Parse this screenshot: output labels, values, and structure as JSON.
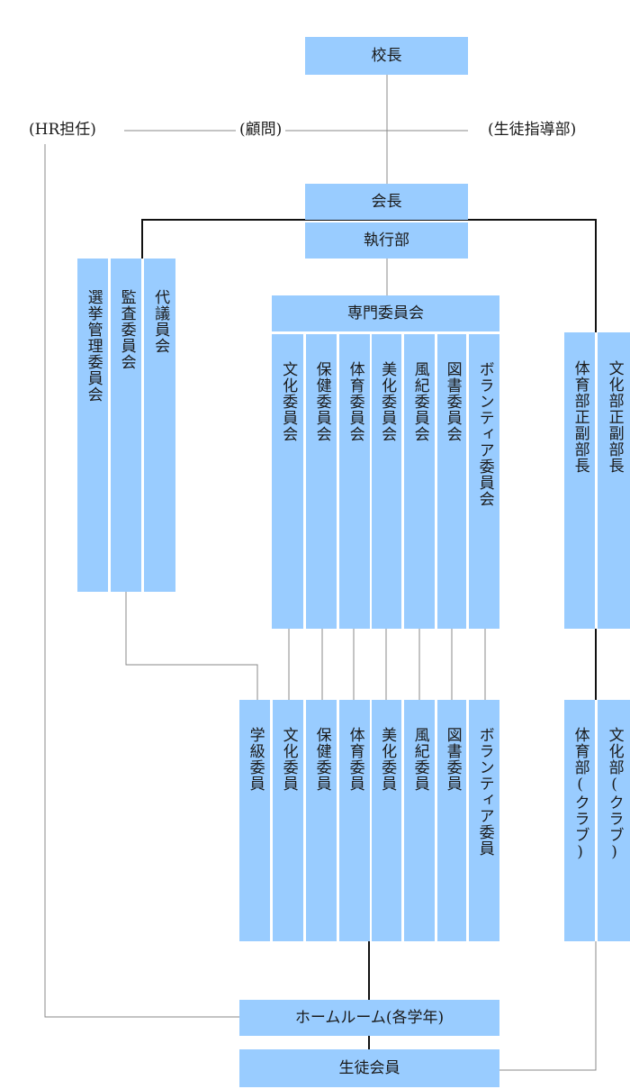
{
  "top": {
    "principal": "校長"
  },
  "advisors": {
    "hr": "(HR担任)",
    "advisor": "(顧問)",
    "guidance": "(生徒指導部)"
  },
  "exec": {
    "president": "会長",
    "board": "執行部"
  },
  "left_committees": [
    "選挙管理委員会",
    "監査委員会",
    "代議員会"
  ],
  "specialist": {
    "title": "専門委員会",
    "items": [
      "文化委員会",
      "保健委員会",
      "体育委員会",
      "美化委員会",
      "風紀委員会",
      "図書委員会",
      "ボランティア委員会"
    ]
  },
  "right_heads": [
    "体育部正副部長",
    "文化部正副部長"
  ],
  "class_members": [
    "学級委員",
    "文化委員",
    "保健委員",
    "体育委員",
    "美化委員",
    "風紀委員",
    "図書委員",
    "ボランティア委員"
  ],
  "clubs": [
    "体育部(クラブ)",
    "文化部(クラブ)"
  ],
  "homeroom": "ホームルーム(各学年)",
  "members": "生徒会員"
}
